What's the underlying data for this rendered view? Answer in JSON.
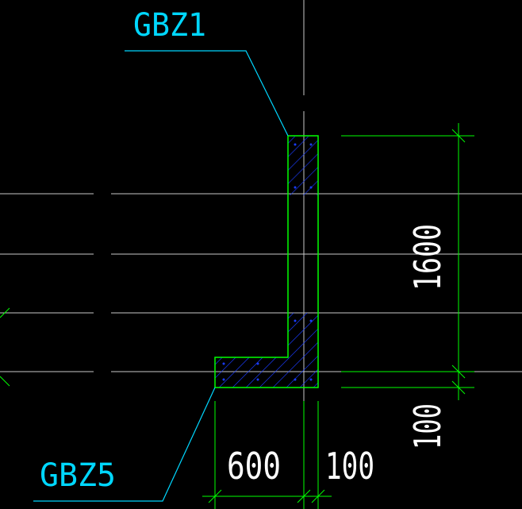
{
  "drawing": {
    "labels": {
      "upper_tag": "GBZ1",
      "lower_tag": "GBZ5"
    },
    "dimensions": {
      "vertical_long": "1600",
      "vertical_short": "100",
      "horizontal_left": "600",
      "horizontal_right": "100"
    },
    "colors": {
      "background": "#000000",
      "grid": "#c8c8c8",
      "outline": "#00ff00",
      "hatch": "#1a3cff",
      "leader": "#00d7ff",
      "dimension_text": "#ffffff",
      "label_text": "#00d7ff"
    }
  }
}
